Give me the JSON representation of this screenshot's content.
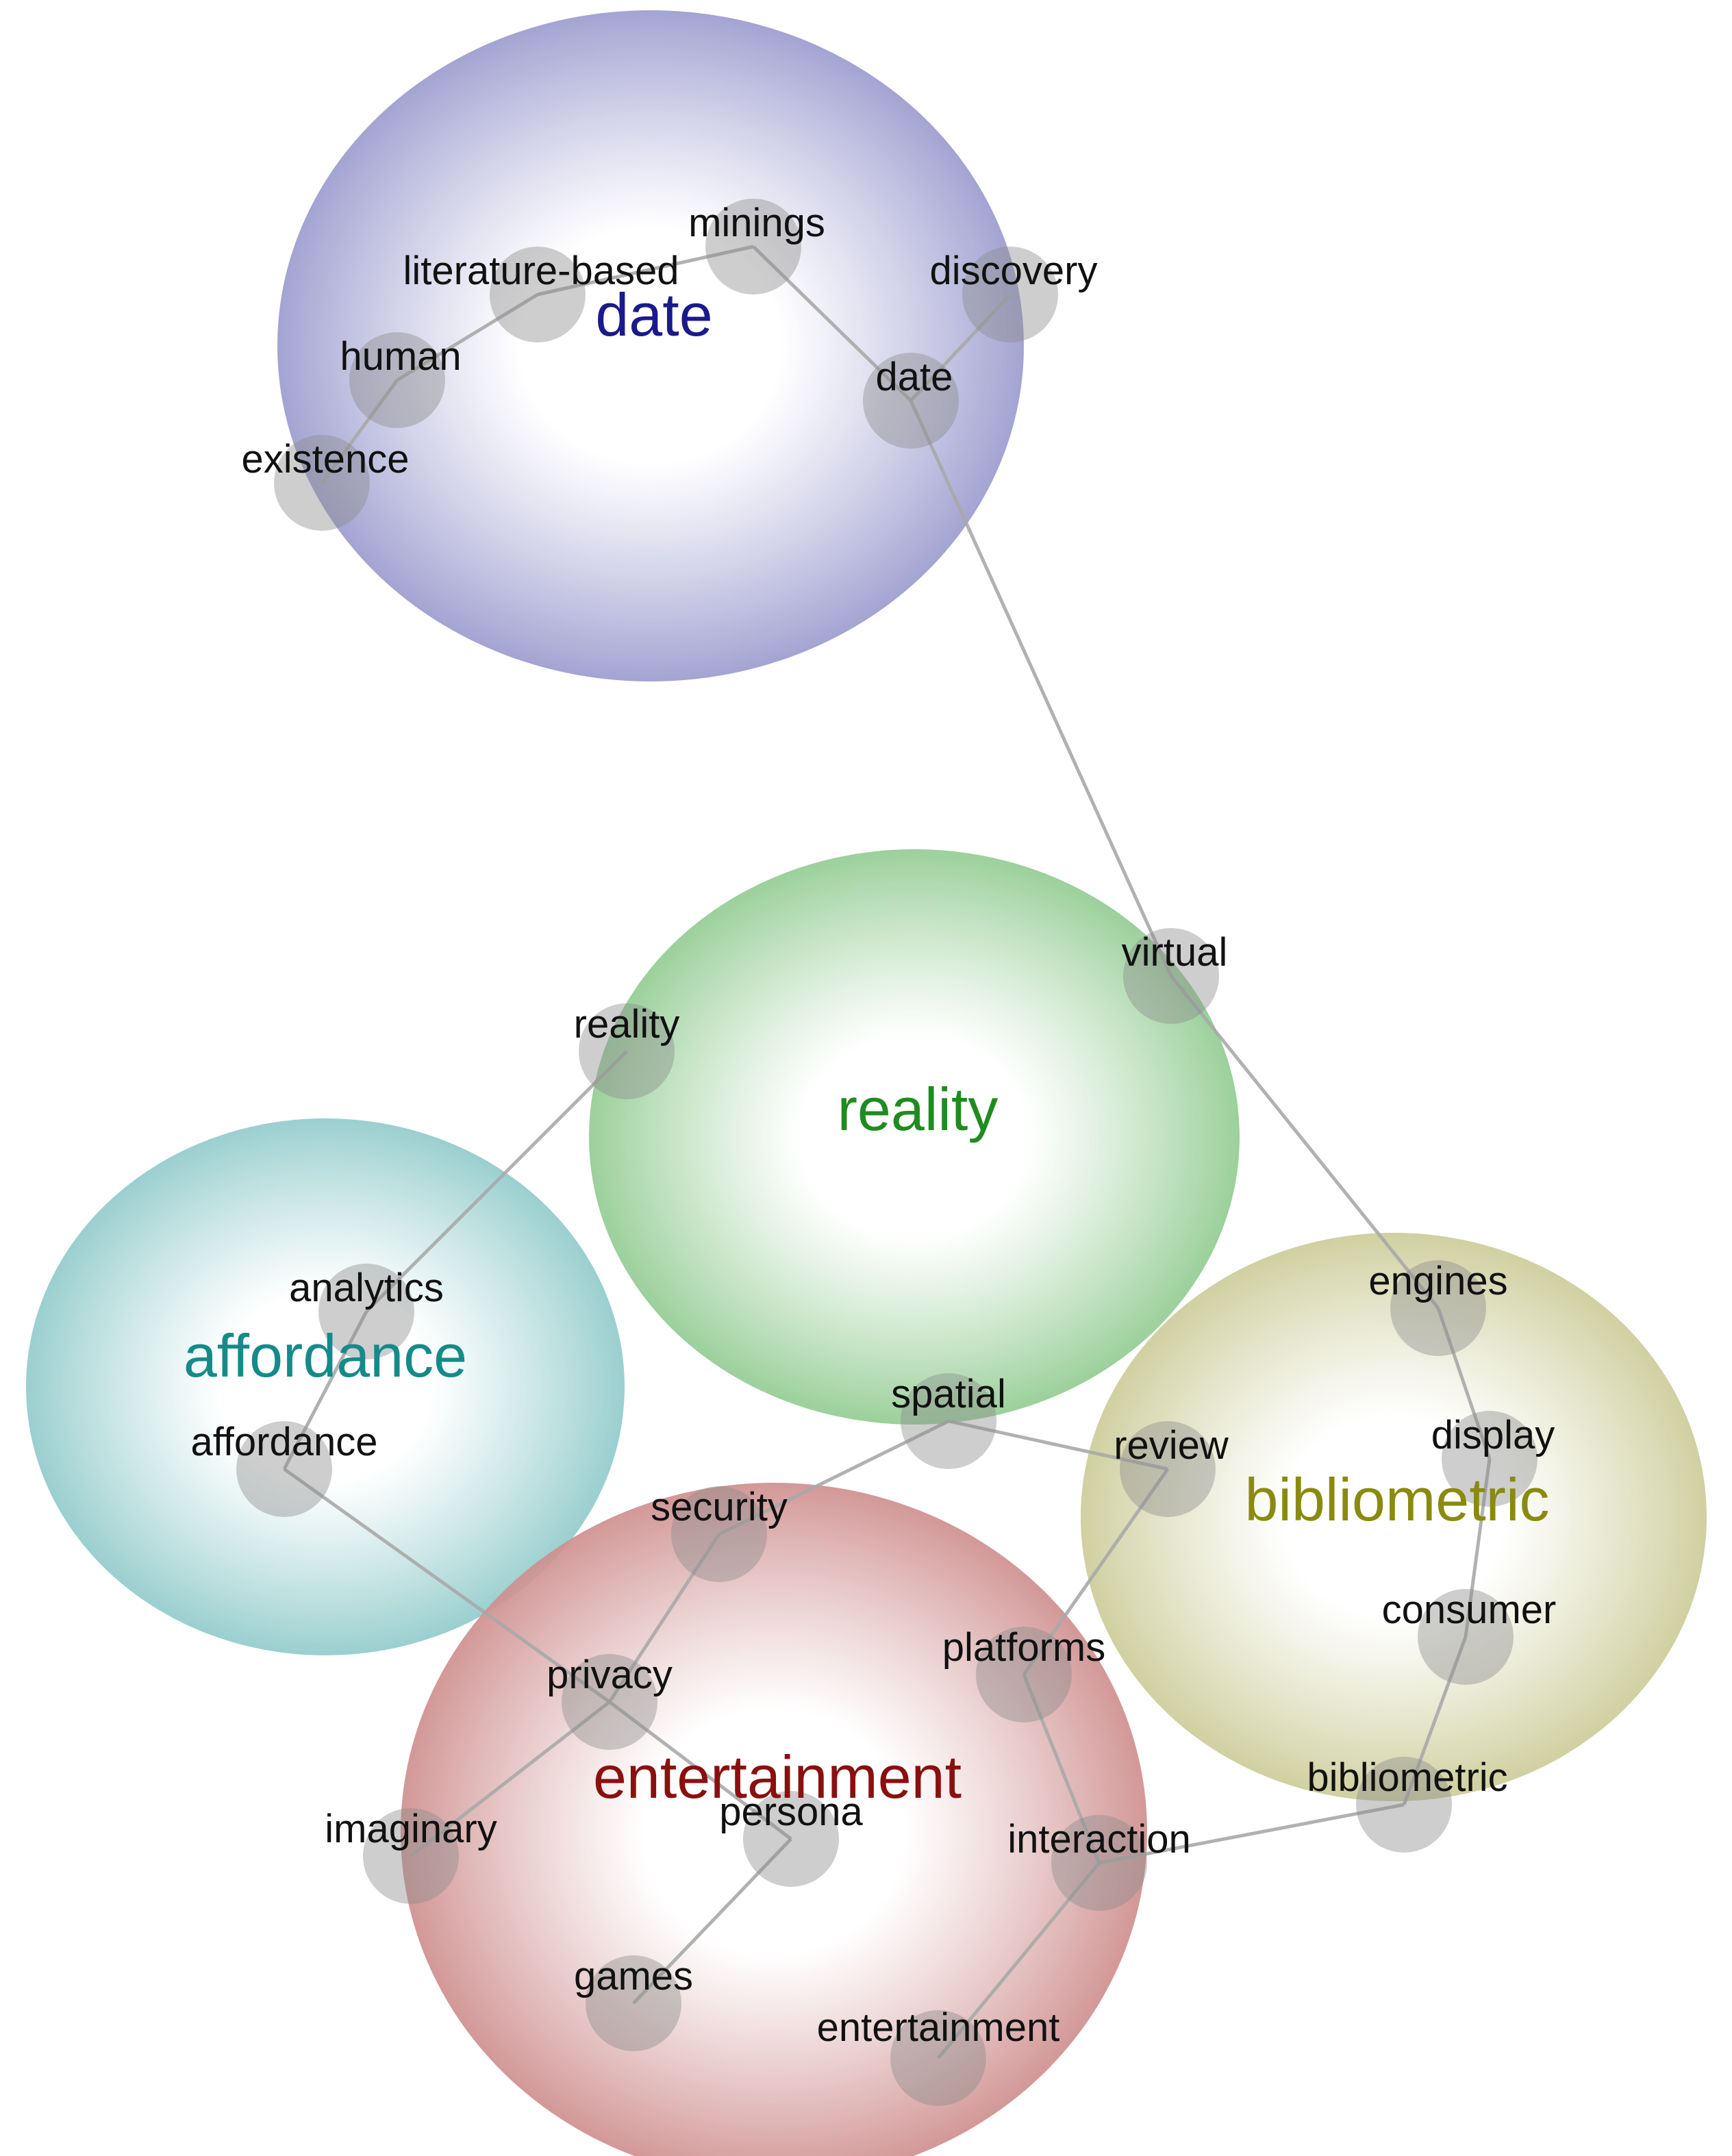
{
  "clusters": [
    {
      "id": "date",
      "label": "date",
      "color": "#9c9ccf",
      "label_color": "#1a1a8c"
    },
    {
      "id": "reality",
      "label": "reality",
      "color": "#93cc93",
      "label_color": "#1e8c1e"
    },
    {
      "id": "affordance",
      "label": "affordance",
      "color": "#92cbcb",
      "label_color": "#168a8a"
    },
    {
      "id": "bibliometric",
      "label": "bibliometric",
      "color": "#cccc99",
      "label_color": "#8a8a10"
    },
    {
      "id": "entertainment",
      "label": "entertainment",
      "color": "#cf8f8f",
      "label_color": "#8a1010"
    }
  ],
  "terms": [
    {
      "id": "minings",
      "label": "minings",
      "cluster": "date"
    },
    {
      "id": "literature-based",
      "label": "literature-based",
      "cluster": "date"
    },
    {
      "id": "discovery",
      "label": "discovery",
      "cluster": "date"
    },
    {
      "id": "human",
      "label": "human",
      "cluster": "date"
    },
    {
      "id": "date",
      "label": "date",
      "cluster": "date"
    },
    {
      "id": "existence",
      "label": "existence",
      "cluster": "date"
    },
    {
      "id": "virtual",
      "label": "virtual",
      "cluster": "reality"
    },
    {
      "id": "reality",
      "label": "reality",
      "cluster": "reality"
    },
    {
      "id": "spatial",
      "label": "spatial",
      "cluster": "reality"
    },
    {
      "id": "analytics",
      "label": "analytics",
      "cluster": "affordance"
    },
    {
      "id": "affordance",
      "label": "affordance",
      "cluster": "affordance"
    },
    {
      "id": "engines",
      "label": "engines",
      "cluster": "bibliometric"
    },
    {
      "id": "review",
      "label": "review",
      "cluster": "bibliometric"
    },
    {
      "id": "display",
      "label": "display",
      "cluster": "bibliometric"
    },
    {
      "id": "consumer",
      "label": "consumer",
      "cluster": "bibliometric"
    },
    {
      "id": "bibliometric",
      "label": "bibliometric",
      "cluster": "bibliometric"
    },
    {
      "id": "security",
      "label": "security",
      "cluster": "entertainment"
    },
    {
      "id": "platforms",
      "label": "platforms",
      "cluster": "entertainment"
    },
    {
      "id": "privacy",
      "label": "privacy",
      "cluster": "entertainment"
    },
    {
      "id": "imaginary",
      "label": "imaginary",
      "cluster": "entertainment"
    },
    {
      "id": "persona",
      "label": "persona",
      "cluster": "entertainment"
    },
    {
      "id": "interaction",
      "label": "interaction",
      "cluster": "entertainment"
    },
    {
      "id": "games",
      "label": "games",
      "cluster": "entertainment"
    },
    {
      "id": "entertainment",
      "label": "entertainment",
      "cluster": "entertainment"
    }
  ],
  "links": [
    [
      "existence",
      "human"
    ],
    [
      "human",
      "literature-based"
    ],
    [
      "literature-based",
      "minings"
    ],
    [
      "minings",
      "date"
    ],
    [
      "date",
      "discovery"
    ],
    [
      "date",
      "virtual"
    ],
    [
      "virtual",
      "engines"
    ],
    [
      "engines",
      "display"
    ],
    [
      "display",
      "consumer"
    ],
    [
      "consumer",
      "bibliometric"
    ],
    [
      "bibliometric",
      "interaction"
    ],
    [
      "reality",
      "analytics"
    ],
    [
      "analytics",
      "affordance"
    ],
    [
      "affordance",
      "privacy"
    ],
    [
      "spatial",
      "review"
    ],
    [
      "spatial",
      "security"
    ],
    [
      "security",
      "privacy"
    ],
    [
      "privacy",
      "imaginary"
    ],
    [
      "privacy",
      "persona"
    ],
    [
      "persona",
      "games"
    ],
    [
      "review",
      "platforms"
    ],
    [
      "platforms",
      "interaction"
    ],
    [
      "interaction",
      "entertainment"
    ]
  ]
}
